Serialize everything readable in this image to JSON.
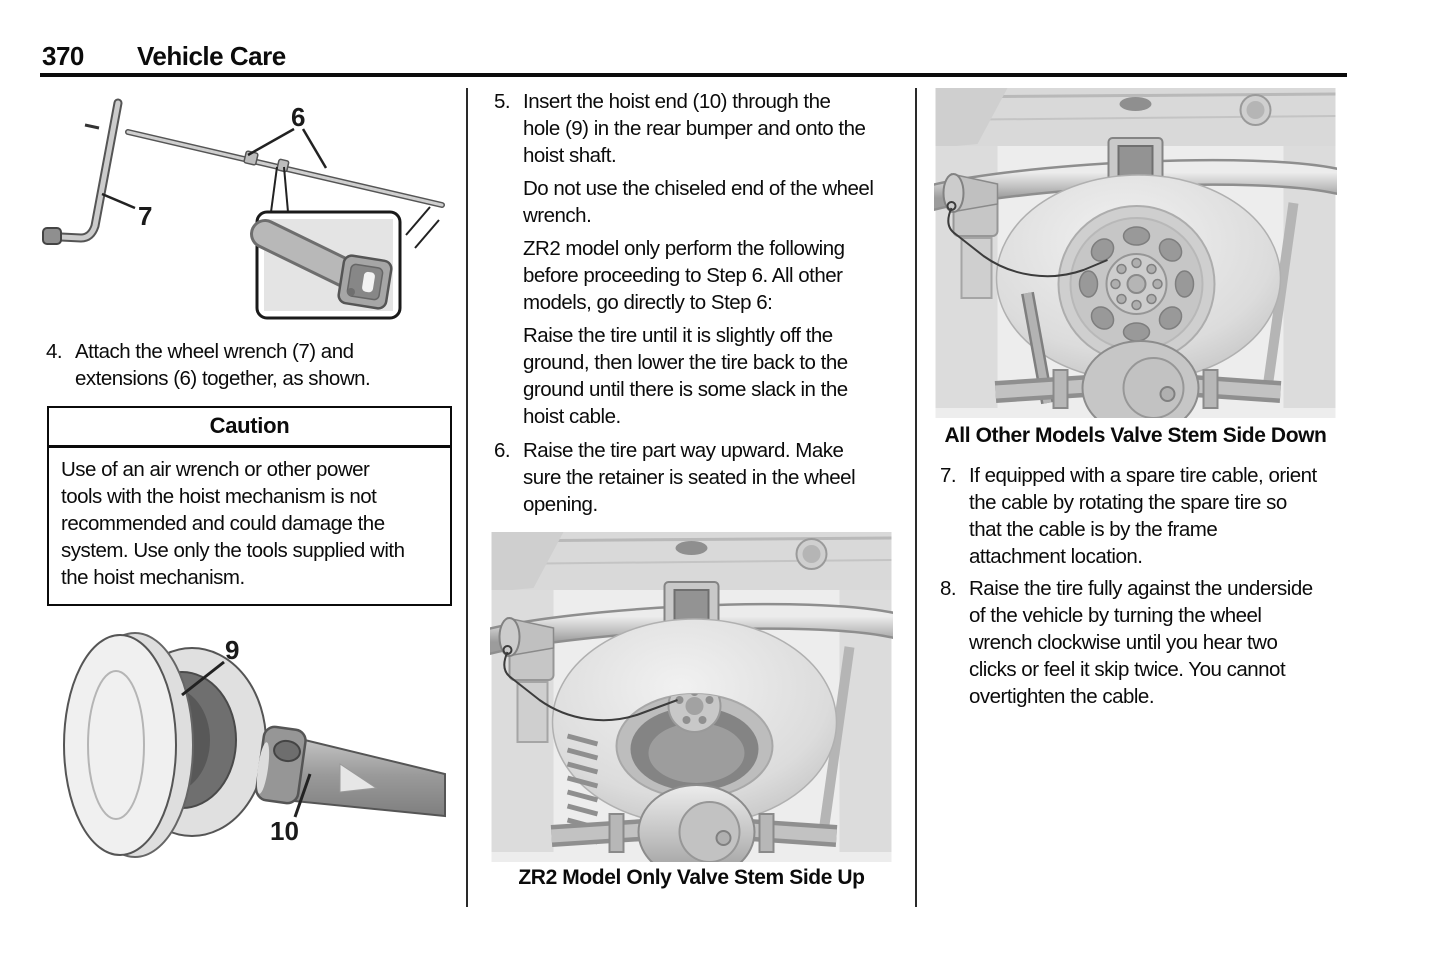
{
  "page": {
    "number": "370",
    "title": "Vehicle Care"
  },
  "figures": {
    "wrench_extensions": {
      "label_6": "6",
      "label_7": "7"
    },
    "hoist_parts": {
      "label_9": "9",
      "label_10": "10"
    }
  },
  "left": {
    "step4": {
      "num": "4.",
      "text": "Attach the wheel wrench (7) and\nextensions (6) together, as shown."
    },
    "caution": {
      "title": "Caution",
      "body": "Use of an air wrench or other power\ntools with the hoist mechanism is not\nrecommended and could damage the\nsystem. Use only the tools supplied with\nthe hoist mechanism."
    }
  },
  "middle": {
    "step5": {
      "num": "5.",
      "text": "Insert the hoist end (10) through the\nhole (9) in the rear bumper and onto the\nhoist shaft."
    },
    "step5_note1": "Do not use the chiseled end of the wheel\nwrench.",
    "step5_note2": "ZR2 model only perform the following\nbefore proceeding to Step 6. All other\nmodels, go directly to Step 6:",
    "step5_note3": "Raise the tire until it is slightly off the\nground, then lower the tire back to the\nground until there is some slack in the\nhoist cable.",
    "step6": {
      "num": "6.",
      "text": "Raise the tire part way upward. Make\nsure the retainer is seated in the wheel\nopening."
    },
    "figure_caption": "ZR2 Model Only Valve Stem Side Up"
  },
  "right": {
    "figure_caption": "All Other Models Valve Stem Side Down",
    "step7": {
      "num": "7.",
      "text": "If equipped with a spare tire cable, orient\nthe cable by rotating the spare tire so\nthat the cable is by the frame\nattachment location."
    },
    "step8": {
      "num": "8.",
      "text": "Raise the tire fully against the underside\nof the vehicle by turning the wheel\nwrench clockwise until you hear two\nclicks or feel it skip twice. You cannot\novertighten the cable."
    }
  }
}
